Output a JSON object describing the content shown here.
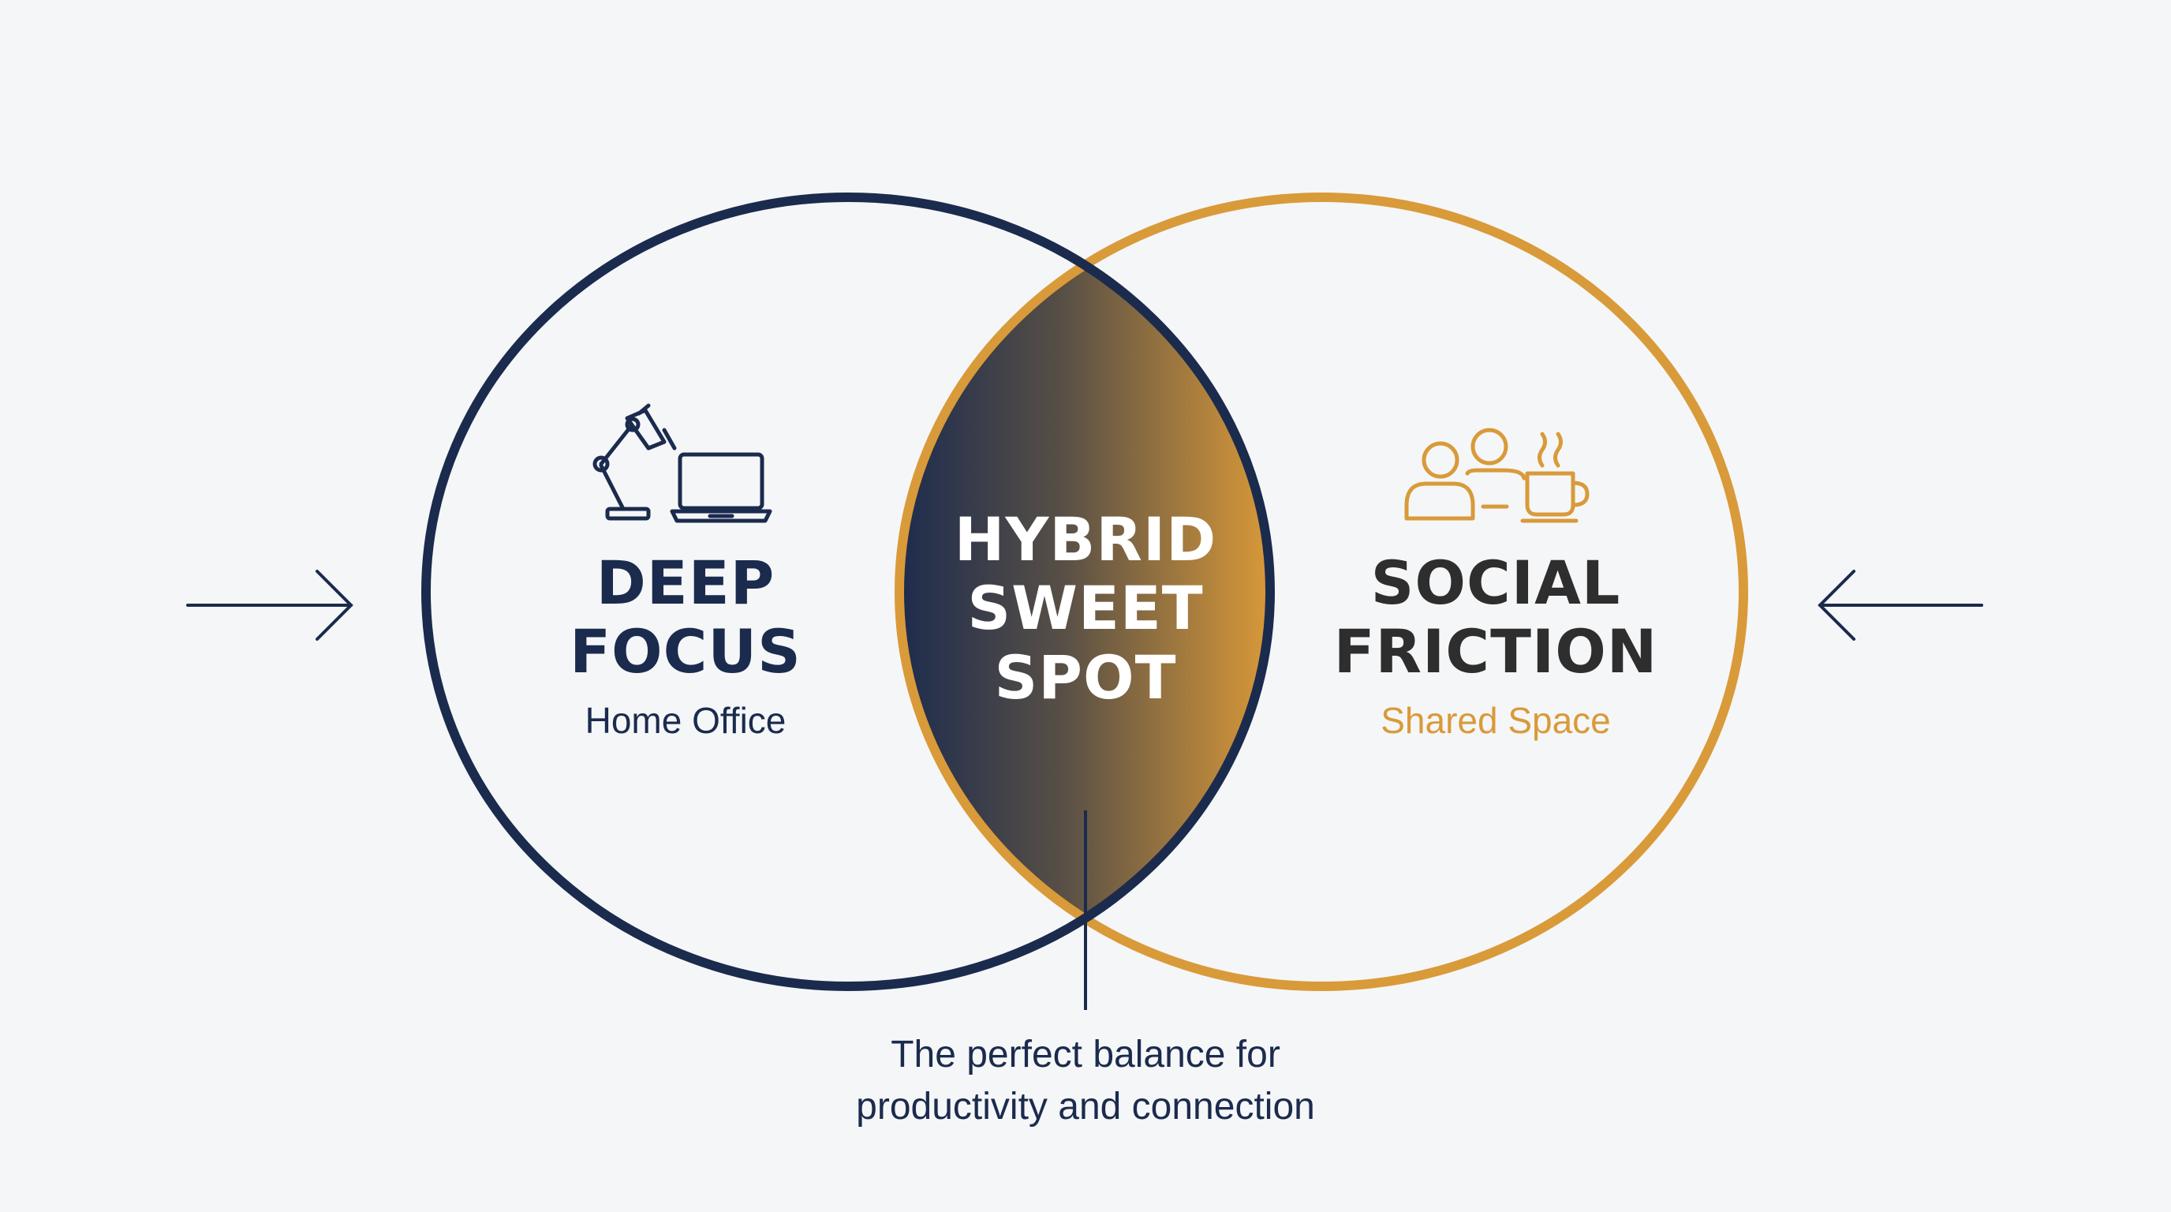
{
  "colors": {
    "background": "#f5f6f7",
    "navy": "#1b2b4e",
    "gold": "#d99a3a",
    "charcoal": "#2e2e2e",
    "white": "#ffffff"
  },
  "left_circle": {
    "title_line1": "DEEP",
    "title_line2": "FOCUS",
    "subtitle": "Home Office",
    "icons": [
      "desk-lamp-icon",
      "laptop-icon"
    ]
  },
  "right_circle": {
    "title_line1": "SOCIAL",
    "title_line2": "FRICTION",
    "subtitle": "Shared Space",
    "icons": [
      "people-icon",
      "coffee-cup-icon"
    ]
  },
  "overlap": {
    "line1": "HYBRID",
    "line2": "SWEET",
    "line3": "SPOT"
  },
  "caption": {
    "line1": "The perfect balance for",
    "line2": "productivity and connection"
  },
  "arrows": {
    "left": "arrow-right-icon",
    "right": "arrow-left-icon"
  }
}
